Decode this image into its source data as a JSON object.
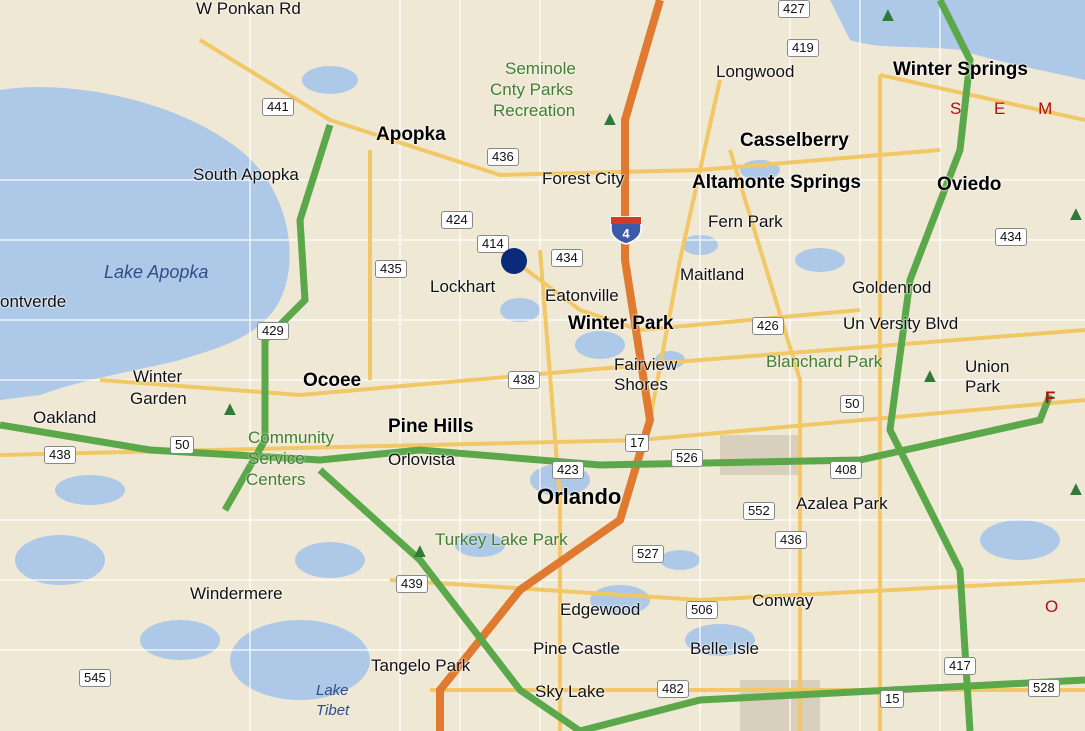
{
  "cities_major": [
    "Apopka",
    "Casselberry",
    "Altamonte Springs",
    "Oviedo",
    "Winter Park",
    "Ocoee",
    "Pine Hills",
    "Orlando",
    "Winter Springs"
  ],
  "cities": [
    "Longwood",
    "South Apopka",
    "Forest City",
    "Fern Park",
    "Lockhart",
    "Maitland",
    "Eatonville",
    "Goldenrod",
    "Fairview",
    "Shores",
    "Union",
    "Park",
    "Winter",
    "Garden",
    "Oakland",
    "Orlovista",
    "Azalea Park",
    "Windermere",
    "Edgewood",
    "Conway",
    "Pine Castle",
    "Belle Isle",
    "Tangelo Park",
    "Sky Lake",
    "ontverde",
    "Un Versity  Blvd",
    "W Ponkan Rd"
  ],
  "parks": [
    "Seminole",
    "Cnty Parks",
    "Recreation",
    "Blanchard Park",
    "Community",
    "Service",
    "Centers",
    "Turkey Lake Park"
  ],
  "water": [
    "Lake Apopka",
    "Lake",
    "Tibet"
  ],
  "county": [
    "S E M I N",
    "O R",
    "F"
  ],
  "route_shields": [
    "441",
    "419",
    "436",
    "424",
    "414",
    "434",
    "435",
    "429",
    "438",
    "50",
    "17",
    "526",
    "423",
    "408",
    "552",
    "436",
    "527",
    "439",
    "506",
    "482",
    "417",
    "528",
    "15",
    "545",
    "434",
    "426",
    "427"
  ],
  "interstate": "4",
  "colors": {
    "land": "#efe8d5",
    "water": "#aec8e8",
    "interstate": "#e07a30",
    "toll": "#5aa84a",
    "arterial": "#f2c866",
    "county": "#b01010",
    "park_text": "#3f7f2f",
    "pin": "#0b2a7a"
  }
}
